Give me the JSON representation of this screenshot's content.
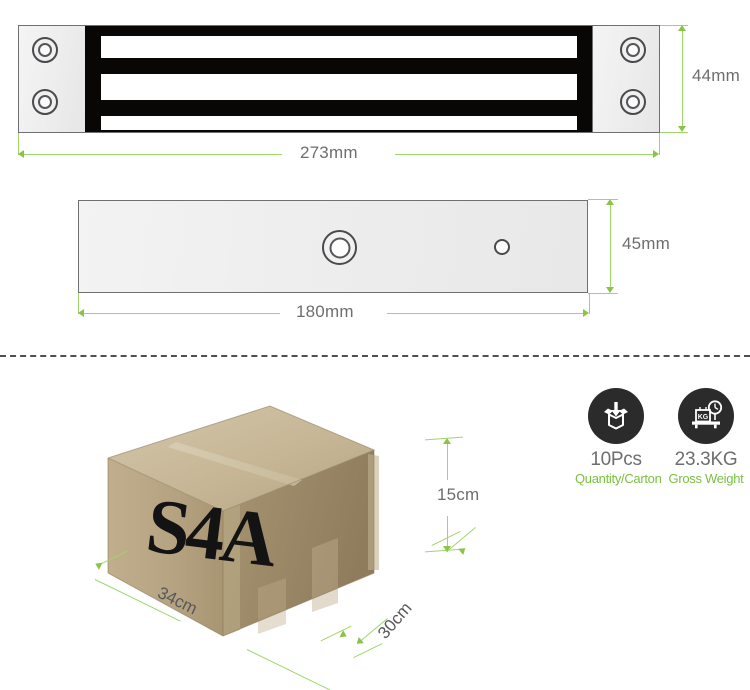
{
  "page": {
    "title": "Magnetic Lock Dimension & Packing Spec",
    "background_color": "#ffffff",
    "dimension_line_color": "#8bc34a",
    "dimension_text_color": "#6d6e70",
    "accent_green": "#7ac143"
  },
  "front_view": {
    "name": "Front view of magnetic lock body",
    "width_label": "273mm",
    "height_label": "44mm",
    "body_color": "#090606",
    "plate_color": "#ededed",
    "screw_count": 4,
    "slot_count": 3
  },
  "side_view": {
    "name": "Armature plate view",
    "width_label": "180mm",
    "height_label": "45mm",
    "plate_color": "#ededed",
    "hole_count": 2
  },
  "carton": {
    "name": "Export carton photo",
    "brand_code": "S4A",
    "length_label": "34cm",
    "depth_label": "30cm",
    "height_label": "15cm",
    "color_top": "#cbbda0",
    "color_front": "#b9a684",
    "color_side": "#9d8b6c"
  },
  "specs": [
    {
      "icon": "box-with-down-arrow-icon",
      "value": "10Pcs",
      "caption": "Quantity/Carton"
    },
    {
      "icon": "weighing-scale-icon",
      "value": "23.3KG",
      "caption": "Gross Weight"
    }
  ]
}
